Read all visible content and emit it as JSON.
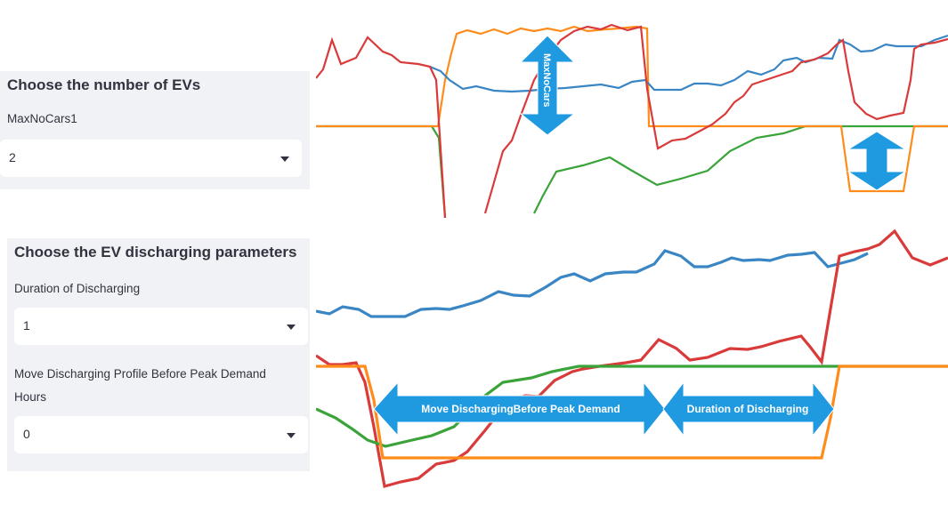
{
  "panel_evs": {
    "title": "Choose the number of EVs",
    "field_label": "MaxNoCars1",
    "selected": "2"
  },
  "panel_discharge": {
    "title": "Choose the EV discharging parameters",
    "duration_label": "Duration of Discharging",
    "duration_selected": "1",
    "move_label_line1": "Move Discharging Profile Before Peak Demand",
    "move_label_line2": "Hours",
    "move_selected": "0"
  },
  "top_chart": {
    "annotation_vertical": "MaxNoCars",
    "colors": {
      "blue": "#3a86c4",
      "orange": "#ff8c1a",
      "green": "#3aa339",
      "red": "#d93a3a",
      "arrow": "#1f9ae0"
    }
  },
  "bottom_chart": {
    "annotation_move": "Move DischargingBefore Peak Demand",
    "annotation_duration": "Duration of Discharging"
  }
}
